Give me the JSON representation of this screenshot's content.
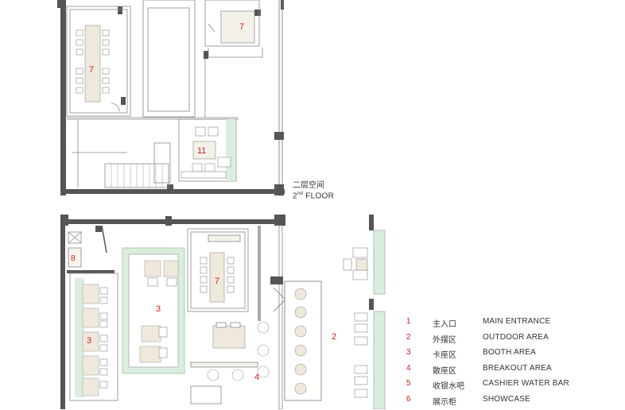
{
  "floor": {
    "cn": "二层空间",
    "en_prefix": "2",
    "en_sup": "nd",
    "en_suffix": " FLOOR"
  },
  "tags": {
    "t7a": "7",
    "t7b": "7",
    "t11": "11",
    "t8": "8",
    "t7c": "7",
    "t3a": "3",
    "t3b": "3",
    "t4": "4",
    "t2": "2"
  },
  "legend": [
    {
      "num": "1",
      "cn": "主入口",
      "en": "MAIN ENTRANCE"
    },
    {
      "num": "2",
      "cn": "外摆区",
      "en": "OUTDOOR AREA"
    },
    {
      "num": "3",
      "cn": "卡座区",
      "en": "BOOTH AREA"
    },
    {
      "num": "4",
      "cn": "散座区",
      "en": "BREAKOUT AREA"
    },
    {
      "num": "5",
      "cn": "收银水吧",
      "en": "CASHIER WATER BAR"
    },
    {
      "num": "6",
      "cn": "展示柜",
      "en": "SHOWCASE"
    }
  ],
  "colors": {
    "wall": "#555555",
    "line": "#8a8a8a",
    "furniture": "#efe9dc",
    "plant": "#c9e6cf",
    "accent": "#d0201a"
  }
}
